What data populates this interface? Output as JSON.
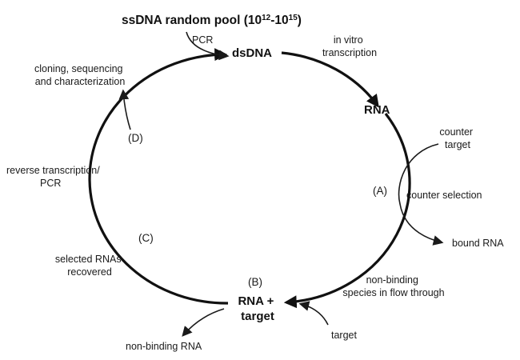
{
  "title": {
    "prefix": "ssDNA random pool (10",
    "sup1": "12",
    "mid": "-10",
    "sup2": "15",
    "suffix": ")"
  },
  "nodes": {
    "dsdna": "dsDNA",
    "rna": "RNA",
    "rna_target": [
      "RNA +",
      "target"
    ]
  },
  "steps": {
    "pcr": "PCR",
    "in_vitro": [
      "in vitro",
      "transcription"
    ],
    "counter_target": [
      "counter",
      "target"
    ],
    "counter_selection": "counter selection",
    "bound_rna": "bound RNA",
    "non_binding_flow": [
      "non-binding",
      "species in flow through"
    ],
    "target": "target",
    "non_binding_rna": "non-binding RNA",
    "selected_recovered": [
      "selected RNAs",
      "recovered"
    ],
    "reverse_transcription": [
      "reverse transcription/",
      "PCR"
    ],
    "cloning": [
      "cloning, sequencing",
      "and characterization"
    ]
  },
  "stages": {
    "a": "(A)",
    "b": "(B)",
    "c": "(C)",
    "d": "(D)"
  }
}
